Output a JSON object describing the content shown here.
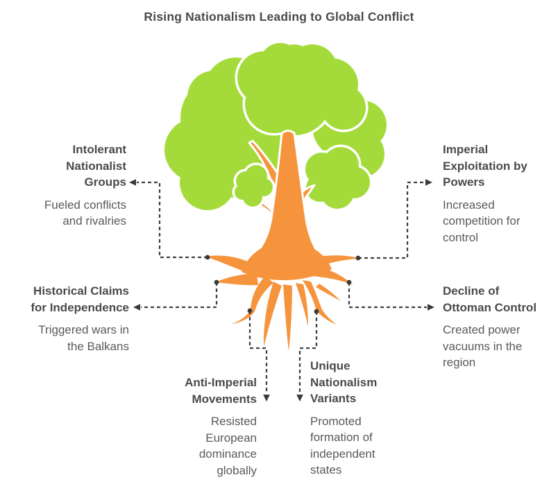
{
  "title": "Rising Nationalism Leading to Global Conflict",
  "illustration_name": "tree-with-roots",
  "colors": {
    "foliage": "#A4DB3B",
    "trunk": "#F6943E",
    "heading": "#4A4A4A",
    "body": "#595959",
    "connector": "#3F3F3F"
  },
  "nodes": {
    "intolerant": {
      "heading_lines": [
        "Intolerant",
        "Nationalist",
        "Groups"
      ],
      "body_lines": [
        "Fueled conflicts",
        "and rivalries"
      ]
    },
    "historical": {
      "heading_lines": [
        "Historical Claims",
        "for Independence"
      ],
      "body_lines": [
        "Triggered wars in",
        "the Balkans"
      ]
    },
    "anti_imperial": {
      "heading_lines": [
        "Anti-Imperial",
        "Movements"
      ],
      "body_lines": [
        "Resisted",
        "European",
        "dominance",
        "globally"
      ]
    },
    "unique": {
      "heading_lines": [
        "Unique",
        "Nationalism",
        "Variants"
      ],
      "body_lines": [
        "Promoted",
        "formation of",
        "independent",
        "states"
      ]
    },
    "imperial": {
      "heading_lines": [
        "Imperial",
        "Exploitation by",
        "Powers"
      ],
      "body_lines": [
        "Increased",
        "competition for",
        "control"
      ]
    },
    "decline": {
      "heading_lines": [
        "Decline of",
        "Ottoman Control"
      ],
      "body_lines": [
        "Created power",
        "vacuums in the",
        "region"
      ]
    }
  }
}
